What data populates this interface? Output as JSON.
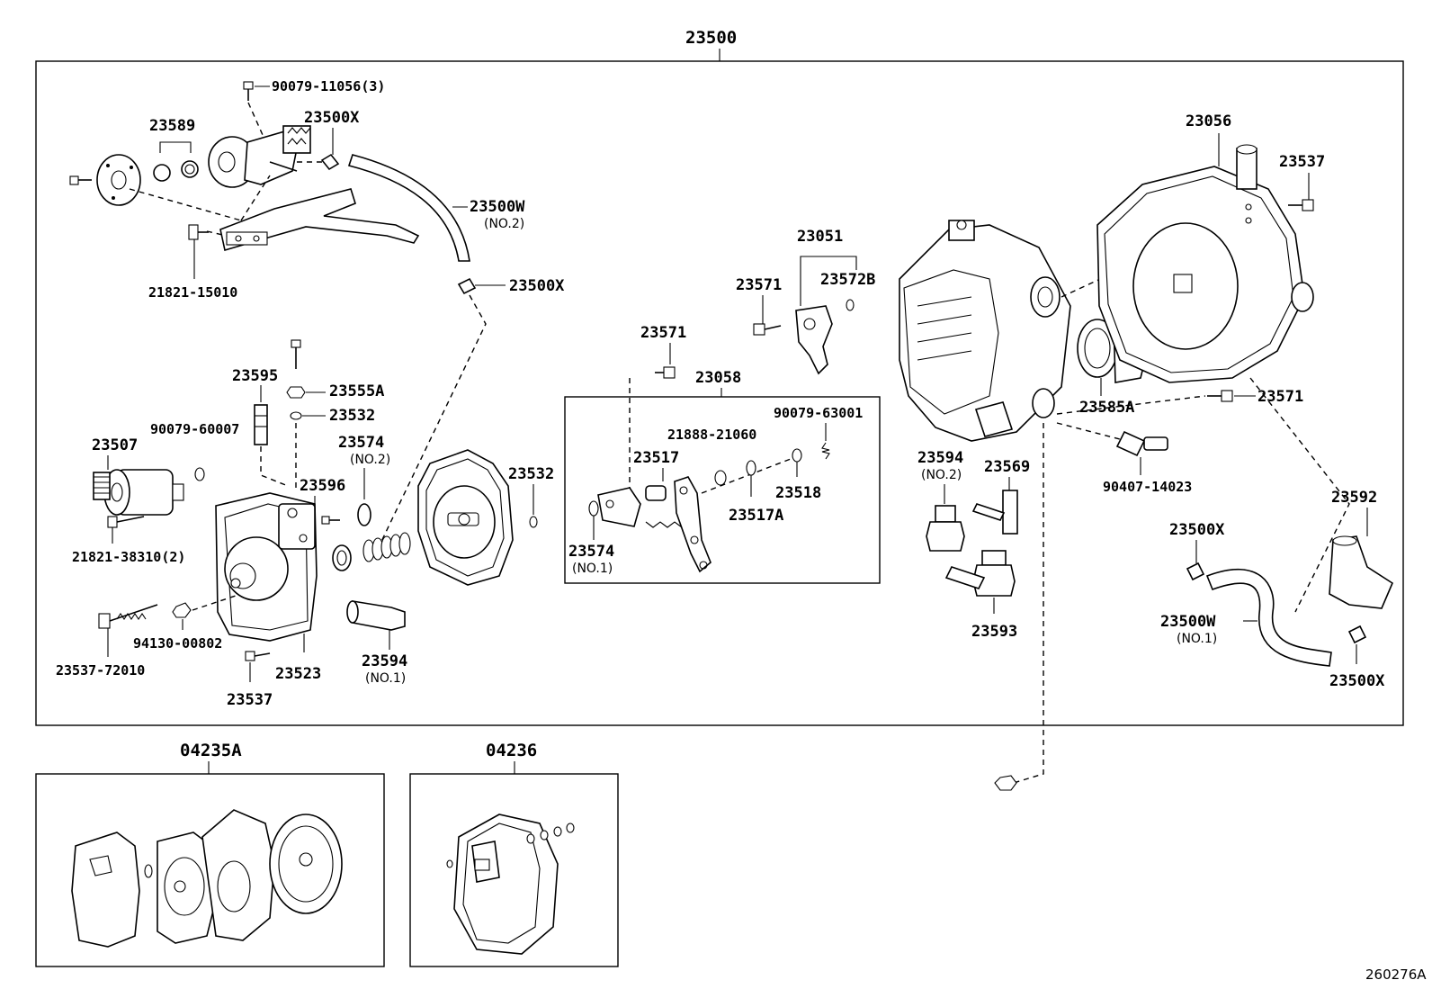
{
  "diagram": {
    "main_assembly": "23500",
    "kits": [
      "04235A",
      "04236"
    ],
    "ref_code": "260276A",
    "labels": {
      "p90079_11056": "90079-11056(3)",
      "p23589": "23589",
      "p23500X_a": "23500X",
      "p23500W_2": "23500W",
      "p23500W_2_sub": "(NO.2)",
      "p21821_15010": "21821-15010",
      "p23500X_b": "23500X",
      "p23595": "23595",
      "p23555A": "23555A",
      "p23532_a": "23532",
      "p90079_60007": "90079-60007",
      "p23507": "23507",
      "p23574_2": "23574",
      "p23574_2_sub": "(NO.2)",
      "p23596": "23596",
      "p21821_38310": "21821-38310(2)",
      "p94130_00802": "94130-00802",
      "p23537_72010": "23537-72010",
      "p23537_a": "23537",
      "p23523": "23523",
      "p23594_1": "23594",
      "p23594_1_sub": "(NO.1)",
      "p23532_b": "23532",
      "p23571_a": "23571",
      "p23058": "23058",
      "p90079_63001": "90079-63001",
      "p21888_21060": "21888-21060",
      "p23517": "23517",
      "p23518": "23518",
      "p23517A": "23517A",
      "p23574_1": "23574",
      "p23574_1_sub": "(NO.1)",
      "p23051": "23051",
      "p23571_b": "23571",
      "p23572B": "23572B",
      "p23056": "23056",
      "p23537_b": "23537",
      "p23585A": "23585A",
      "p23571_c": "23571",
      "p90407_14023": "90407-14023",
      "p23594_2": "23594",
      "p23594_2_sub": "(NO.2)",
      "p23569": "23569",
      "p23593": "23593",
      "p23592": "23592",
      "p23500X_c": "23500X",
      "p23500W_1": "23500W",
      "p23500W_1_sub": "(NO.1)",
      "p23500X_d": "23500X"
    }
  }
}
